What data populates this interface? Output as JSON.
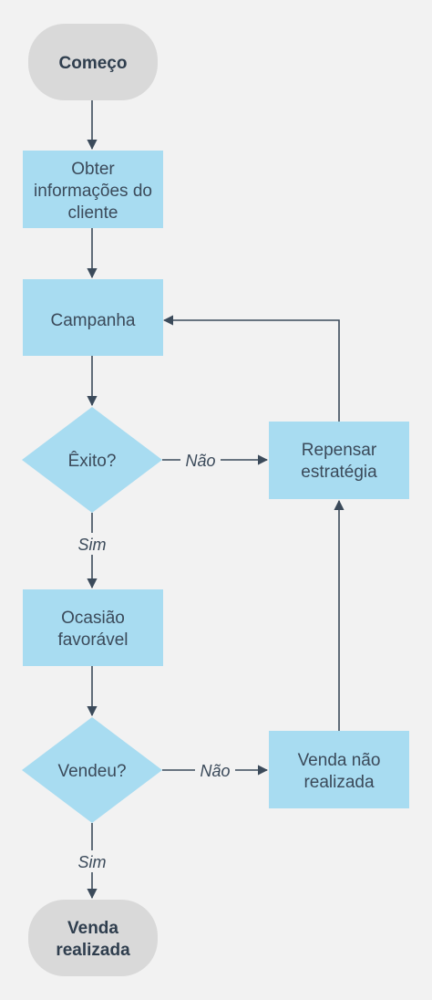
{
  "colors": {
    "background": "#f2f2f2",
    "process_fill": "#a8dcf1",
    "terminal_fill": "#d9d9d9",
    "line": "#3b4a5a",
    "text": "#3b4a5a"
  },
  "nodes": {
    "start": {
      "label": "Começo"
    },
    "obter": {
      "lines": [
        "Obter",
        "informações do",
        "cliente"
      ]
    },
    "campanha": {
      "label": "Campanha"
    },
    "exito": {
      "label": "Êxito?"
    },
    "repensar": {
      "lines": [
        "Repensar",
        "estratégia"
      ]
    },
    "ocasiao": {
      "lines": [
        "Ocasião",
        "favorável"
      ]
    },
    "vendeu": {
      "label": "Vendeu?"
    },
    "venda_nao": {
      "lines": [
        "Venda não",
        "realizada"
      ]
    },
    "end": {
      "lines": [
        "Venda",
        "realizada"
      ]
    }
  },
  "edges": {
    "exito_nao": "Não",
    "exito_sim": "Sim",
    "vendeu_nao": "Não",
    "vendeu_sim": "Sim"
  }
}
